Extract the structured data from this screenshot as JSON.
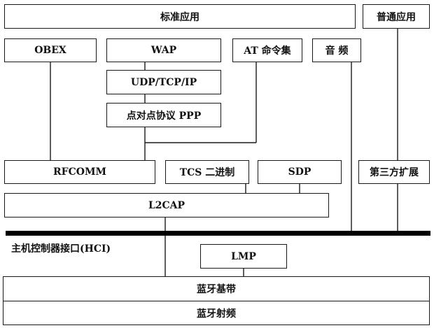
{
  "blocks": {
    "standard_apps": "标准应用",
    "general_apps": "普通应用",
    "obex": "OBEX",
    "wap": "WAP",
    "at_commands": "AT 命令集",
    "audio": "音 频",
    "udp_tcp_ip": "UDP/TCP/IP",
    "ppp": "点对点协议 PPP",
    "rfcomm": "RFCOMM",
    "tcs": "TCS 二进制",
    "sdp": "SDP",
    "third_party": "第三方扩展",
    "l2cap": "L2CAP",
    "hci": "主机控制器接口(HCI)",
    "lmp": "LMP",
    "baseband": "蓝牙基带",
    "radio": "蓝牙射频"
  }
}
